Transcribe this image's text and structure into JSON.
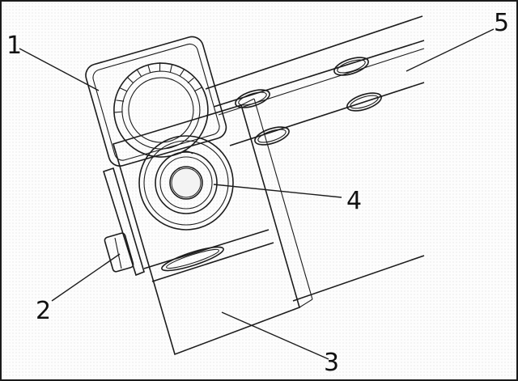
{
  "figure": {
    "callouts": [
      {
        "id": "1",
        "label": "1",
        "part": "gear-housing"
      },
      {
        "id": "2",
        "label": "2",
        "part": "side-pin"
      },
      {
        "id": "3",
        "label": "3",
        "part": "slider-block"
      },
      {
        "id": "4",
        "label": "4",
        "part": "shaft-boss"
      },
      {
        "id": "5",
        "label": "5",
        "part": "slotted-rail"
      }
    ]
  }
}
